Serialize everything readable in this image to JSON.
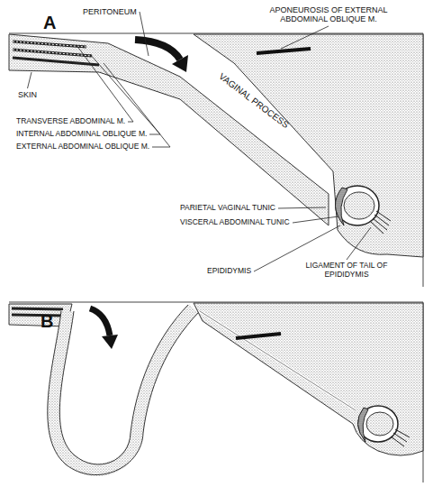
{
  "diagram": {
    "labels": [
      "A",
      "PERITONEUM",
      "APONEUROSIS OF EXTERNAL ABDOMINAL OBLIQUE M.",
      "SKIN",
      "TRANSVERSE ABDOMINAL M.",
      "INTERNAL ABDOMINAL OBLIQUE M.",
      "EXTERNAL ABDOMINAL OBLIQUE M.",
      "VAGINAL PROCESS",
      "PARIETAL VAGINAL TUNIC",
      "VISCERAL ABDOMINAL TUNIC",
      "EPIDIDYMIS",
      "LIGAMENT OF TAIL OF EPIDIDYMIS",
      "B"
    ]
  }
}
